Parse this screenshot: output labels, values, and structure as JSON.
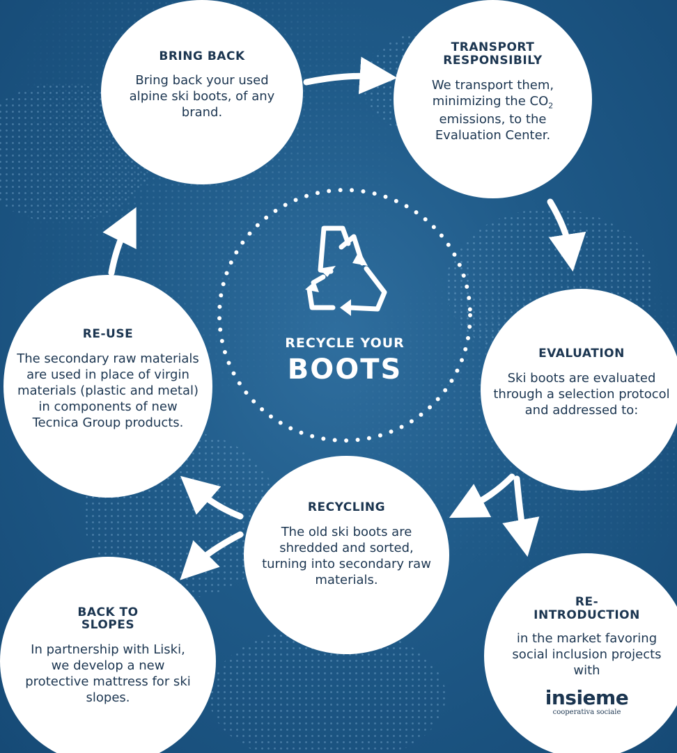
{
  "center": {
    "line1": "RECYCLE YOUR",
    "line2": "BOOTS",
    "icon": "recycle-boot-icon"
  },
  "steps": {
    "bring_back": {
      "title": "BRING BACK",
      "body": "Bring back your used alpine ski boots, of any brand."
    },
    "transport": {
      "title_line1": "TRANSPORT",
      "title_line2": "RESPONSIBILY",
      "body_a": "We transport them, minimizing the CO",
      "body_sub": "2",
      "body_b": " emissions, to the Evaluation Center."
    },
    "evaluation": {
      "title": "EVALUATION",
      "body": "Ski boots are evaluated through a selection protocol and addressed to:"
    },
    "reintroduction": {
      "title_line1": "RE-",
      "title_line2": "INTRODUCTION",
      "body": "in the market favoring social inclusion projects with",
      "partner_name": "insieme",
      "partner_sub": "cooperativa sociale"
    },
    "recycling": {
      "title": "RECYCLING",
      "body": "The old ski boots are shredded and sorted, turning into secondary raw materials."
    },
    "back_to_slopes": {
      "title_line1": "BACK TO",
      "title_line2": "SLOPES",
      "body": "In partnership with Liski, we develop a new protective mattress for ski slopes."
    },
    "reuse": {
      "title": "RE-USE",
      "body": "The secondary raw materials are used in place of virgin materials (plastic and metal) in components of new Tecnica Group products."
    }
  },
  "colors": {
    "background": "#1f5a88",
    "circle": "#ffffff",
    "text": "#1b3550",
    "arrow": "#ffffff"
  }
}
